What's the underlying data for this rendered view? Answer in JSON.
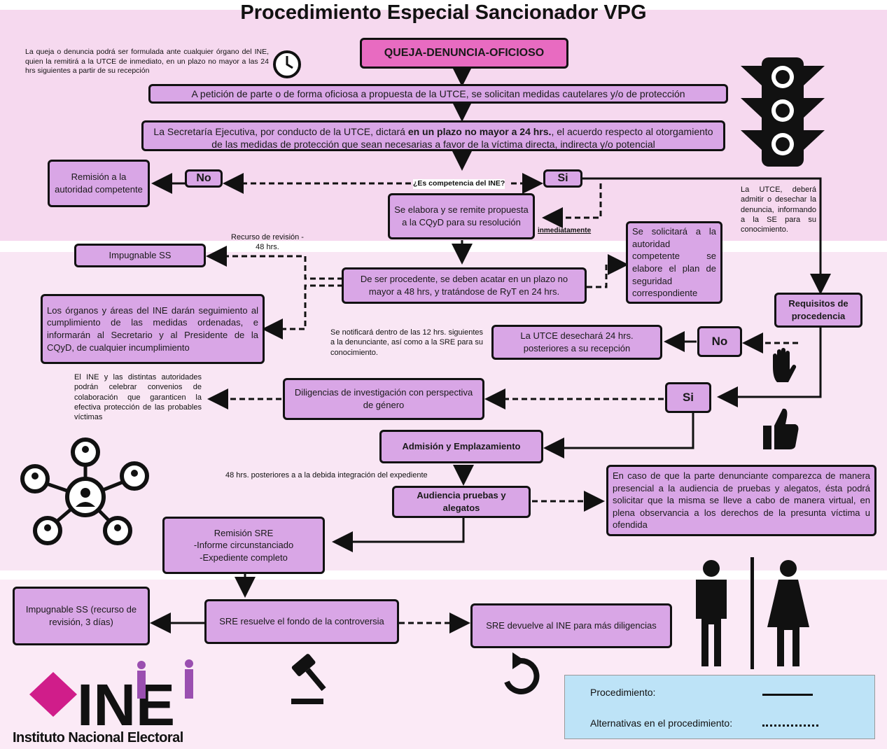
{
  "title": "Procedimiento Especial Sancionador VPG",
  "nodes": {
    "queja": "QUEJA-DENUNCIA-OFICIOSO",
    "medidas": "A petición de parte o de forma oficiosa a propuesta de la UTCE, se solicitan medidas cautelares y/o de protección",
    "secretaria_a": "La Secretaría Ejecutiva, por conducto de la UTCE, dictará ",
    "secretaria_b": "en un plazo no mayor a 24 hrs.",
    "secretaria_c": ", el acuerdo respecto al otorgamiento de las medidas de protección que sean necesarias a favor de la víctima directa, indirecta y/o potencial",
    "competencia_q": "¿Es competencia del INE?",
    "no_1": "No",
    "si_1": "Si",
    "remision": "Remisión a la autoridad competente",
    "propuesta": "Se elabora y se remite propuesta a la CQyD para su resolución",
    "inmediatamente": "inmediatamente",
    "impugnable_ss": "Impugnable SS",
    "acatar": "De ser procedente, se deben acatar en un plazo no mayor a 48 hrs, y tratándose de RyT en 24 hrs.",
    "plan": "Se solicitará a la autoridad competente se elabore el plan de seguridad correspondiente",
    "organos": "Los órganos y áreas del INE darán seguimiento al cumplimiento de las medidas ordenadas, e informarán al Secretario y al Presidente de la CQyD, de cualquier incumplimiento",
    "requisitos": "Requisitos de procedencia",
    "no_2": "No",
    "desechara": "La UTCE desechará 24 hrs. posteriores a su recepción",
    "si_2": "Si",
    "diligencias": "Diligencias de investigación con perspectiva de género",
    "admision": "Admisión y Emplazamiento",
    "audiencia": "Audiencia pruebas y alegatos",
    "presencial": "En caso de que la parte denunciante comparezca de manera presencial a la audiencia de pruebas y alegatos, ésta podrá solicitar que la misma se lleve a cabo de manera virtual, en plena observancia a los derechos de la presunta víctima u ofendida",
    "remision_sre_1": "Remisión SRE",
    "remision_sre_2": "-Informe circunstanciado",
    "remision_sre_3": "-Expediente completo",
    "impugnable_ss2": "Impugnable SS (recurso de revisión, 3 días)",
    "sre_resuelve": "SRE resuelve el fondo de la controversia",
    "sre_devuelve": "SRE devuelve al INE para más diligencias"
  },
  "notes": {
    "queja_note": "La queja o denuncia podrá ser formulada ante cualquier órgano del INE, quien la remitirá a la UTCE de inmediato, en un plazo no mayor a las 24 hrs siguientes a partir de su recepción",
    "utce_note": "La UTCE, deberá admitir o desechar la denuncia, informando a la SE para su conocimiento.",
    "recurso": "Recurso de revisión - 48 hrs.",
    "notificara": "Se notificará dentro de las 12 hrs. siguientes a la denunciante, así como a la SRE para su conocimiento.",
    "convenios": "El INE y las distintas autoridades podrán celebrar convenios de colaboración que garanticen la efectiva protección de las probables víctimas",
    "horas48": "48 hrs. posteriores a a la debida integración del expediente"
  },
  "legend": {
    "procedimiento": "Procedimiento:",
    "alternativas": "Alternativas en el procedimiento:"
  },
  "logo": {
    "letters": "INE",
    "name": "Instituto Nacional Electoral"
  },
  "colors": {
    "node_fill": "#d9a6e6",
    "start_fill": "#e86bc1",
    "band": "#f6d9ef",
    "legend_bg": "#bde3f7"
  },
  "icons": [
    "clock-icon",
    "traffic-light-icon",
    "stop-hand-icon",
    "thumbs-up-icon",
    "network-people-icon",
    "man-woman-icon",
    "gavel-icon",
    "return-arrow-icon",
    "ine-logo"
  ]
}
